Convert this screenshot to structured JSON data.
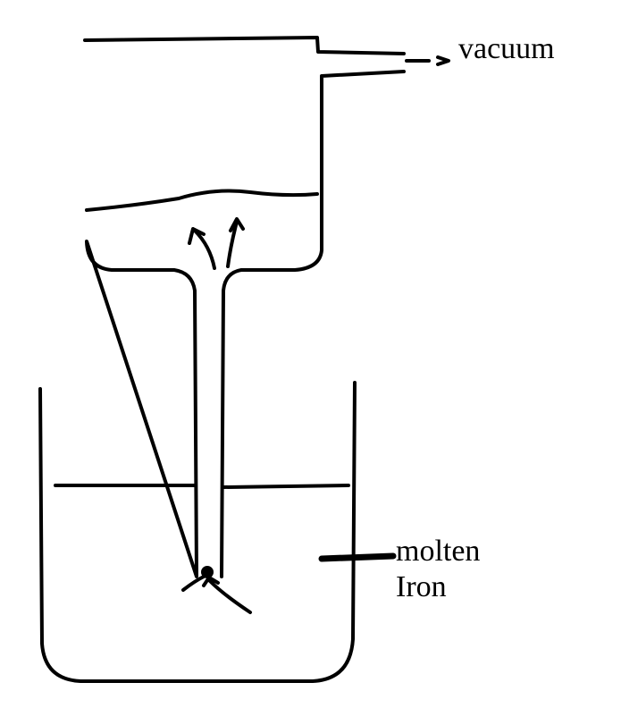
{
  "labels": {
    "vacuum": "vacuum",
    "molten": "molten",
    "iron": "Iron"
  }
}
